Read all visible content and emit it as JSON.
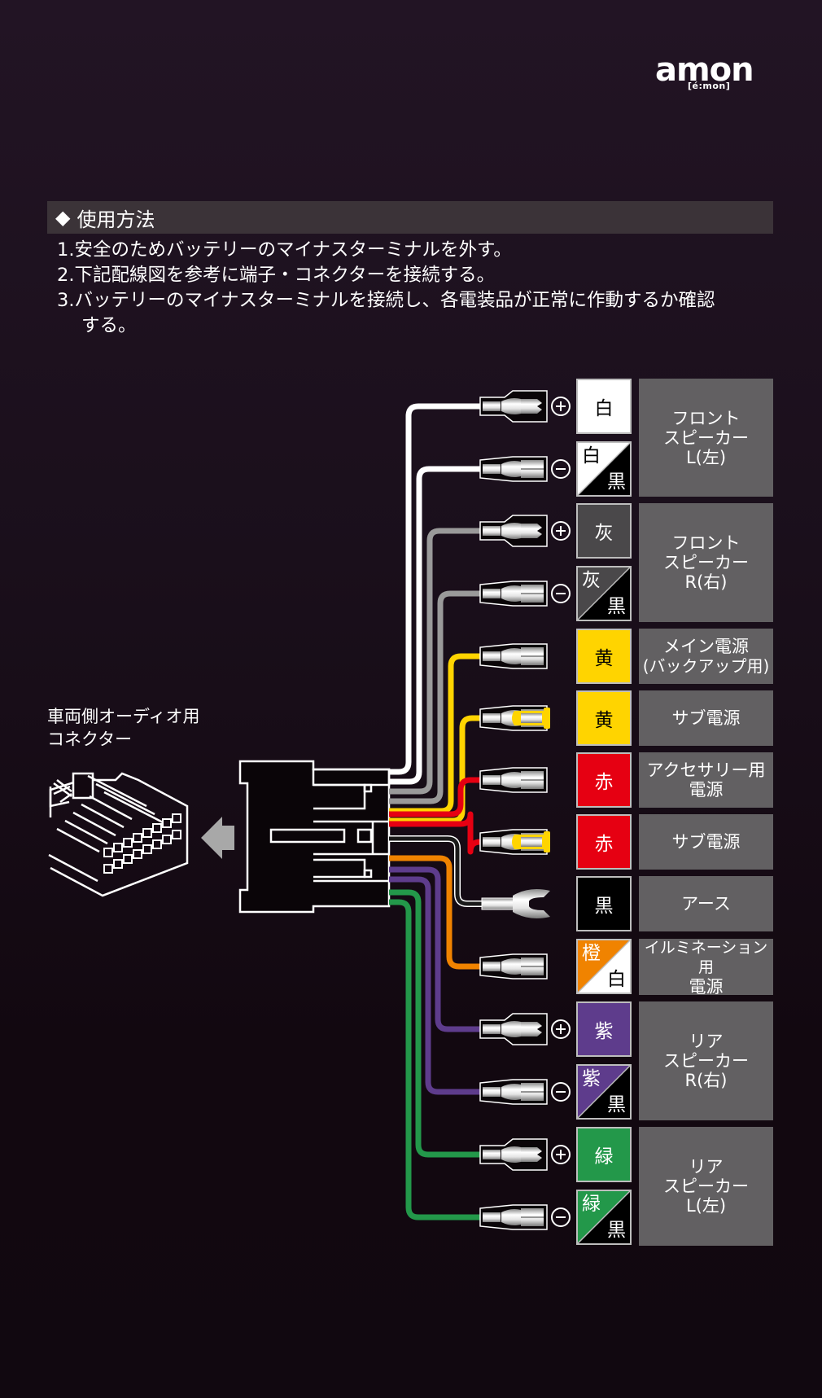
{
  "brand": {
    "logo_text": "amon",
    "logo_sub": "[é:mon]"
  },
  "section": {
    "marker": "◆",
    "title": "使用方法"
  },
  "instructions": [
    "1.安全のためバッテリーのマイナスターミナルを外す。",
    "2.下記配線図を参考に端子・コネクターを接続する。",
    "3.バッテリーのマイナスターミナルを接続し、各電装品が正常に作動するか確認",
    "する。"
  ],
  "vehicle_connector": {
    "label_line1": "車両側オーディオ用",
    "label_line2": "コネクター",
    "arrow_icon": "arrow-left-icon"
  },
  "colors": {
    "white": "#ffffff",
    "gray": "#4a484a",
    "yellow": "#ffd400",
    "red": "#e60012",
    "black": "#000000",
    "orange": "#f08300",
    "purple": "#5e3c8c",
    "green": "#23984a",
    "label_bg": "#626062",
    "header_bg": "#3b3338"
  },
  "wires": [
    {
      "color_label": "白",
      "color_label2": "",
      "polarity": "+",
      "terminal": "male",
      "function": "フロント スピーカー L(左)"
    },
    {
      "color_label": "白",
      "color_label2": "黒",
      "polarity": "-",
      "terminal": "female",
      "function": "フロント スピーカー L(左)"
    },
    {
      "color_label": "灰",
      "color_label2": "",
      "polarity": "+",
      "terminal": "male",
      "function": "フロント スピーカー R(右)"
    },
    {
      "color_label": "灰",
      "color_label2": "黒",
      "polarity": "-",
      "terminal": "female",
      "function": "フロント スピーカー R(右)"
    },
    {
      "color_label": "黄",
      "color_label2": "",
      "polarity": "",
      "terminal": "female",
      "function": "メイン電源 (バックアップ用)"
    },
    {
      "color_label": "黄",
      "color_label2": "",
      "polarity": "",
      "terminal": "female-cap",
      "function": "サブ電源"
    },
    {
      "color_label": "赤",
      "color_label2": "",
      "polarity": "",
      "terminal": "female",
      "function": "アクセサリー用 電源"
    },
    {
      "color_label": "赤",
      "color_label2": "",
      "polarity": "",
      "terminal": "female-cap",
      "function": "サブ電源"
    },
    {
      "color_label": "黒",
      "color_label2": "",
      "polarity": "",
      "terminal": "y-lug",
      "function": "アース"
    },
    {
      "color_label": "橙",
      "color_label2": "白",
      "polarity": "",
      "terminal": "female",
      "function": "イルミネーション用 電源"
    },
    {
      "color_label": "紫",
      "color_label2": "",
      "polarity": "+",
      "terminal": "male",
      "function": "リア スピーカー R(右)"
    },
    {
      "color_label": "紫",
      "color_label2": "黒",
      "polarity": "-",
      "terminal": "female",
      "function": "リア スピーカー R(右)"
    },
    {
      "color_label": "緑",
      "color_label2": "",
      "polarity": "+",
      "terminal": "male",
      "function": "リア スピーカー L(左)"
    },
    {
      "color_label": "緑",
      "color_label2": "黒",
      "polarity": "-",
      "terminal": "female",
      "function": "リア スピーカー L(左)"
    }
  ],
  "function_labels": {
    "front_l": [
      "フロント",
      "スピーカー",
      "L(左)"
    ],
    "front_r": [
      "フロント",
      "スピーカー",
      "R(右)"
    ],
    "main_power": [
      "メイン電源",
      "(バックアップ用)"
    ],
    "sub_power_1": [
      "サブ電源"
    ],
    "acc_power": [
      "アクセサリー用",
      "電源"
    ],
    "sub_power_2": [
      "サブ電源"
    ],
    "ground": [
      "アース"
    ],
    "illumination": [
      "イルミネーション用",
      "電源"
    ],
    "rear_r": [
      "リア",
      "スピーカー",
      "R(右)"
    ],
    "rear_l": [
      "リア",
      "スピーカー",
      "L(左)"
    ]
  }
}
